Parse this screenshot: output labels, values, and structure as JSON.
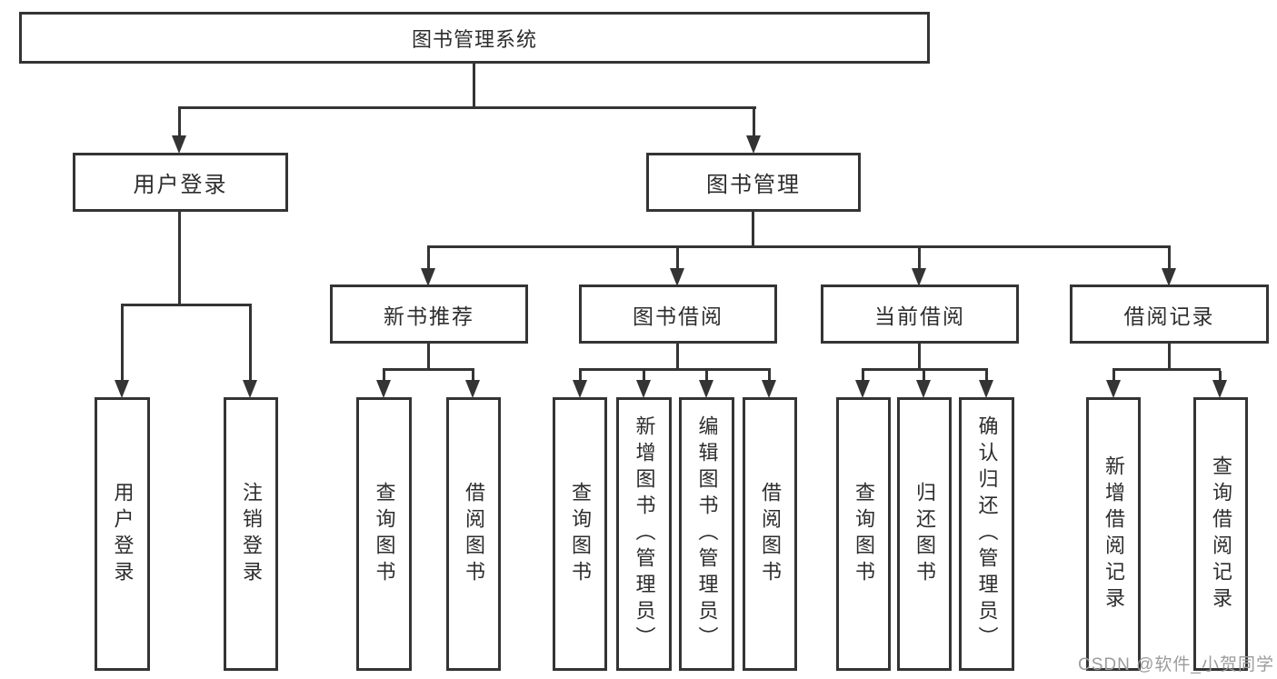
{
  "tree": {
    "root": {
      "label": "图书管理系统",
      "children": [
        {
          "label": "用户登录",
          "children": [
            {
              "label": "用户登录"
            },
            {
              "label": "注销登录"
            }
          ]
        },
        {
          "label": "图书管理",
          "children": [
            {
              "label": "新书推荐",
              "children": [
                {
                  "label": "查询图书"
                },
                {
                  "label": "借阅图书"
                }
              ]
            },
            {
              "label": "图书借阅",
              "children": [
                {
                  "label": "查询图书"
                },
                {
                  "label": "新增图书（管理员）"
                },
                {
                  "label": "编辑图书（管理员）"
                },
                {
                  "label": "借阅图书"
                }
              ]
            },
            {
              "label": "当前借阅",
              "children": [
                {
                  "label": "查询图书"
                },
                {
                  "label": "归还图书"
                },
                {
                  "label": "确认归还（管理员）"
                }
              ]
            },
            {
              "label": "借阅记录",
              "children": [
                {
                  "label": "新增借阅记录"
                },
                {
                  "label": "查询借阅记录"
                }
              ]
            }
          ]
        }
      ]
    }
  },
  "watermark": {
    "text": "CSDN @软件_小贺同学"
  },
  "colors": {
    "line": "#343434",
    "box_border": "#343434",
    "box_fill": "#ffffff",
    "text": "#2d2d2d",
    "watermark": "#9c9c9c",
    "background": "#ffffff"
  }
}
